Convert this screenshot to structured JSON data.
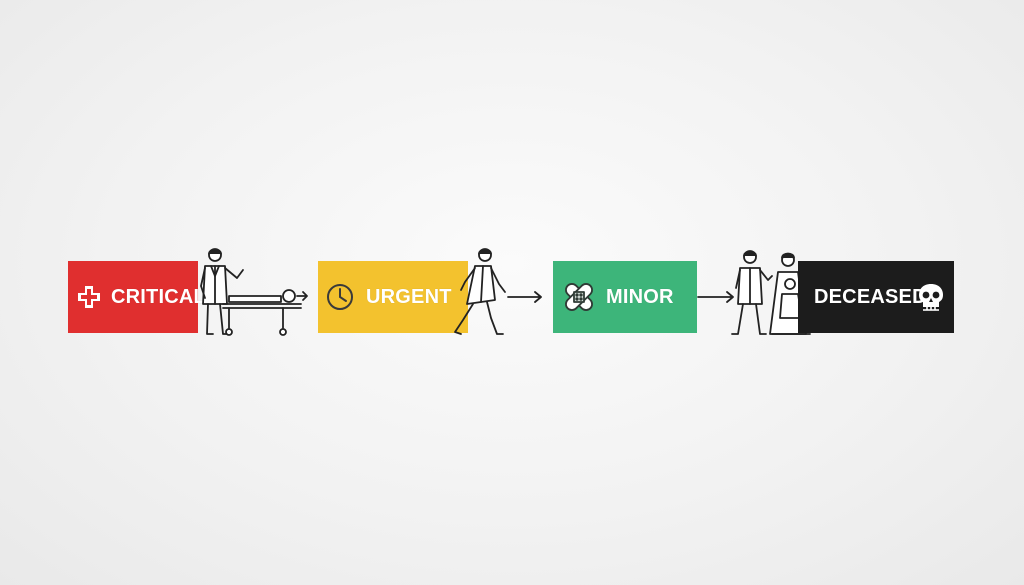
{
  "stages": [
    {
      "id": "critical",
      "label": "CRITICAL",
      "color": "#e02f2f",
      "text_color": "#ffffff",
      "icon": "medical-cross-icon",
      "figure": "doctor-with-stretcher-patient"
    },
    {
      "id": "urgent",
      "label": "URGENT",
      "color": "#f3c22e",
      "text_color": "#ffffff",
      "icon": "clock-icon",
      "figure": "doctor-walking"
    },
    {
      "id": "minor",
      "label": "MINOR",
      "color": "#3db57a",
      "text_color": "#ffffff",
      "icon": "bandage-icon",
      "figure": "none"
    },
    {
      "id": "deceased",
      "label": "DECEASED",
      "color": "#1c1c1c",
      "text_color": "#ffffff",
      "icon": "skull-icon",
      "figure": "doctor-with-mourners"
    }
  ],
  "connectors": [
    "arrow-right-icon",
    "arrow-right-icon",
    "arrow-right-icon"
  ]
}
